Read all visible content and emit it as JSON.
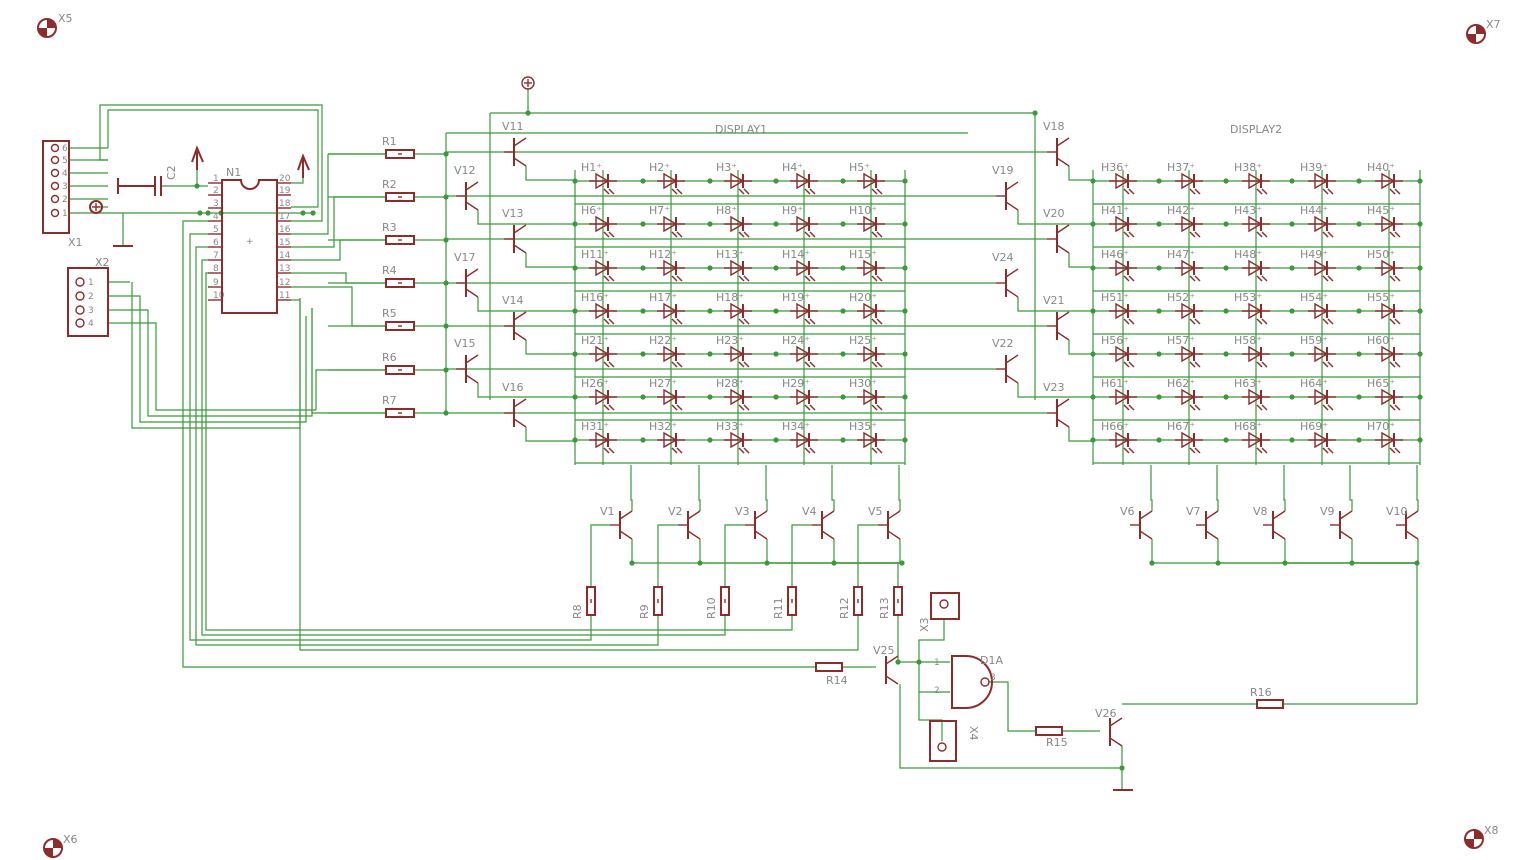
{
  "displays": [
    "DISPLAY1",
    "DISPLAY2"
  ],
  "connectors": {
    "x1": {
      "name": "X1",
      "pins": [
        "6",
        "5",
        "4",
        "3",
        "2",
        "1"
      ]
    },
    "x2": {
      "name": "X2",
      "pins": [
        "1",
        "2",
        "3",
        "4"
      ]
    },
    "x3": {
      "name": "X3"
    },
    "x4": {
      "name": "X4"
    }
  },
  "mounting": [
    "X5",
    "X6",
    "X7",
    "X8"
  ],
  "capacitor": "C2",
  "ic": {
    "name": "N1",
    "left_pins": [
      "1",
      "2",
      "3",
      "4",
      "5",
      "6",
      "7",
      "8",
      "9",
      "10"
    ],
    "right_pins": [
      "20",
      "19",
      "18",
      "17",
      "16",
      "15",
      "14",
      "13",
      "12",
      "11"
    ]
  },
  "gate": {
    "name": "D1A",
    "pins": [
      "1",
      "2",
      "3"
    ]
  },
  "row_resistors": [
    "R1",
    "R2",
    "R3",
    "R4",
    "R5",
    "R6",
    "R7"
  ],
  "row_transistors_1": [
    "V11",
    "V12",
    "V13",
    "V17",
    "V14",
    "V15",
    "V16"
  ],
  "row_transistors_2": [
    "V18",
    "V19",
    "V20",
    "V24",
    "V21",
    "V22",
    "V23"
  ],
  "col_transistors_1": [
    "V1",
    "V2",
    "V3",
    "V4",
    "V5"
  ],
  "col_transistors_2": [
    "V6",
    "V7",
    "V8",
    "V9",
    "V10"
  ],
  "col_resistors": [
    "R8",
    "R9",
    "R10",
    "R11",
    "R12",
    "R13"
  ],
  "misc": {
    "r14": "R14",
    "r15": "R15",
    "r16": "R16",
    "v25": "V25",
    "v26": "V26"
  },
  "leds_1": [
    [
      "H1",
      "H2",
      "H3",
      "H4",
      "H5"
    ],
    [
      "H6",
      "H7",
      "H8",
      "H9",
      "H10"
    ],
    [
      "H11",
      "H12",
      "H13",
      "H14",
      "H15"
    ],
    [
      "H16",
      "H17",
      "H18",
      "H19",
      "H20"
    ],
    [
      "H21",
      "H22",
      "H23",
      "H24",
      "H25"
    ],
    [
      "H26",
      "H27",
      "H28",
      "H29",
      "H30"
    ],
    [
      "H31",
      "H32",
      "H33",
      "H34",
      "H35"
    ]
  ],
  "leds_2": [
    [
      "H36",
      "H37",
      "H38",
      "H39",
      "H40"
    ],
    [
      "H41",
      "H42",
      "H43",
      "H44",
      "H45"
    ],
    [
      "H46",
      "H47",
      "H48",
      "H49",
      "H50"
    ],
    [
      "H51",
      "H52",
      "H53",
      "H54",
      "H55"
    ],
    [
      "H56",
      "H57",
      "H58",
      "H59",
      "H60"
    ],
    [
      "H61",
      "H62",
      "H63",
      "H64",
      "H65"
    ],
    [
      "H66",
      "H67",
      "H68",
      "H69",
      "H70"
    ]
  ],
  "colors": {
    "wire": "#3a9a3a",
    "part": "#8e2c2c",
    "label": "#888888"
  }
}
